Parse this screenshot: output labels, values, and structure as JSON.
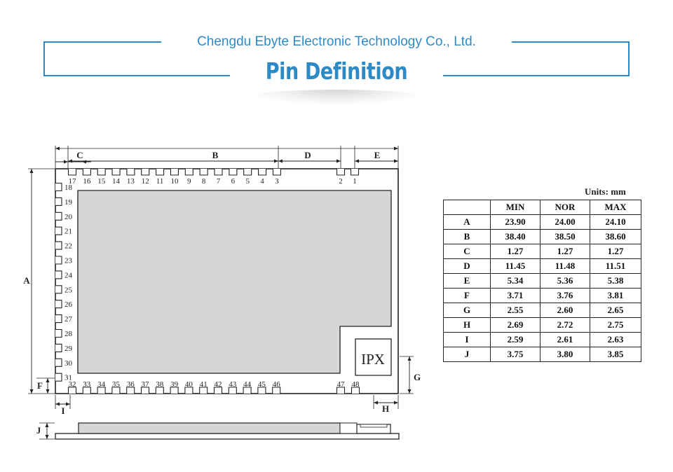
{
  "header": {
    "company": "Chengdu Ebyte Electronic Technology Co., Ltd.",
    "title": "Pin Definition"
  },
  "drawing": {
    "dimension_labels": {
      "A": "A",
      "B": "B",
      "C": "C",
      "D": "D",
      "E": "E",
      "F": "F",
      "G": "G",
      "H": "H",
      "I": "I",
      "J": "J"
    },
    "ipx_label": "IPX",
    "top_pins": [
      "17",
      "16",
      "15",
      "14",
      "13",
      "12",
      "11",
      "10",
      "9",
      "8",
      "7",
      "6",
      "5",
      "4",
      "3"
    ],
    "top_right_pins": [
      "2",
      "1"
    ],
    "left_pins": [
      "18",
      "19",
      "20",
      "21",
      "22",
      "23",
      "24",
      "25",
      "26",
      "27",
      "28",
      "29",
      "30",
      "31"
    ],
    "bottom_pins": [
      "32",
      "33",
      "34",
      "35",
      "36",
      "37",
      "38",
      "39",
      "40",
      "41",
      "42",
      "43",
      "44",
      "45",
      "46"
    ],
    "bottom_right_pins": [
      "47",
      "48"
    ]
  },
  "table": {
    "units": "Units: mm",
    "columns": [
      "",
      "MIN",
      "NOR",
      "MAX"
    ],
    "rows": [
      [
        "A",
        "23.90",
        "24.00",
        "24.10"
      ],
      [
        "B",
        "38.40",
        "38.50",
        "38.60"
      ],
      [
        "C",
        "1.27",
        "1.27",
        "1.27"
      ],
      [
        "D",
        "11.45",
        "11.48",
        "11.51"
      ],
      [
        "E",
        "5.34",
        "5.36",
        "5.38"
      ],
      [
        "F",
        "3.71",
        "3.76",
        "3.81"
      ],
      [
        "G",
        "2.55",
        "2.60",
        "2.65"
      ],
      [
        "H",
        "2.69",
        "2.72",
        "2.75"
      ],
      [
        "I",
        "2.59",
        "2.61",
        "2.63"
      ],
      [
        "J",
        "3.75",
        "3.80",
        "3.85"
      ]
    ]
  },
  "colors": {
    "accent": "#2e8ac6",
    "shield": "#d6d6d6",
    "line": "#222222"
  }
}
